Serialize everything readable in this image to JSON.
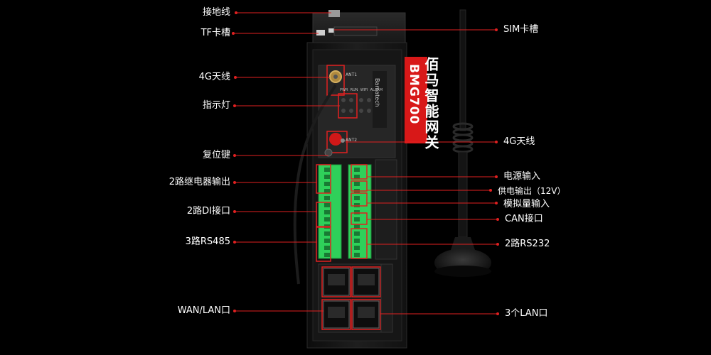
{
  "product": {
    "name_cn": "佰马智能网关",
    "model": "BMG700",
    "brand": "Bamatech"
  },
  "panel_marks": {
    "ant1": "ANT1",
    "ant2": "ANT2",
    "led_labels": [
      "PWR",
      "RUN",
      "WIFI",
      "ALARM"
    ]
  },
  "callouts_left": [
    {
      "key": "ground",
      "label": "接地线"
    },
    {
      "key": "tf",
      "label": "TF卡槽"
    },
    {
      "key": "ant4g_top",
      "label": "4G天线"
    },
    {
      "key": "led",
      "label": "指示灯"
    },
    {
      "key": "reset",
      "label": "复位键"
    },
    {
      "key": "relay",
      "label": "2路继电器输出"
    },
    {
      "key": "di",
      "label": "2路DI接口"
    },
    {
      "key": "rs485",
      "label": "3路RS485"
    },
    {
      "key": "wanlan",
      "label": "WAN/LAN口"
    }
  ],
  "callouts_right": [
    {
      "key": "sim",
      "label": "SIM卡槽"
    },
    {
      "key": "ant4g_side",
      "label": "4G天线"
    },
    {
      "key": "power_in",
      "label": "电源输入"
    },
    {
      "key": "power_out",
      "label": "供电输出（12V）"
    },
    {
      "key": "analog",
      "label": "模拟量输入"
    },
    {
      "key": "can",
      "label": "CAN接口"
    },
    {
      "key": "rs232",
      "label": "2路RS232"
    },
    {
      "key": "lan3",
      "label": "3个LAN口"
    }
  ],
  "colors": {
    "background": "#000000",
    "leader_line": "#e02020",
    "highlight_box": "#e02020",
    "terminal_green": "#2fd05a",
    "banner_red": "#d81818",
    "device_body": "#1a1a1a"
  }
}
